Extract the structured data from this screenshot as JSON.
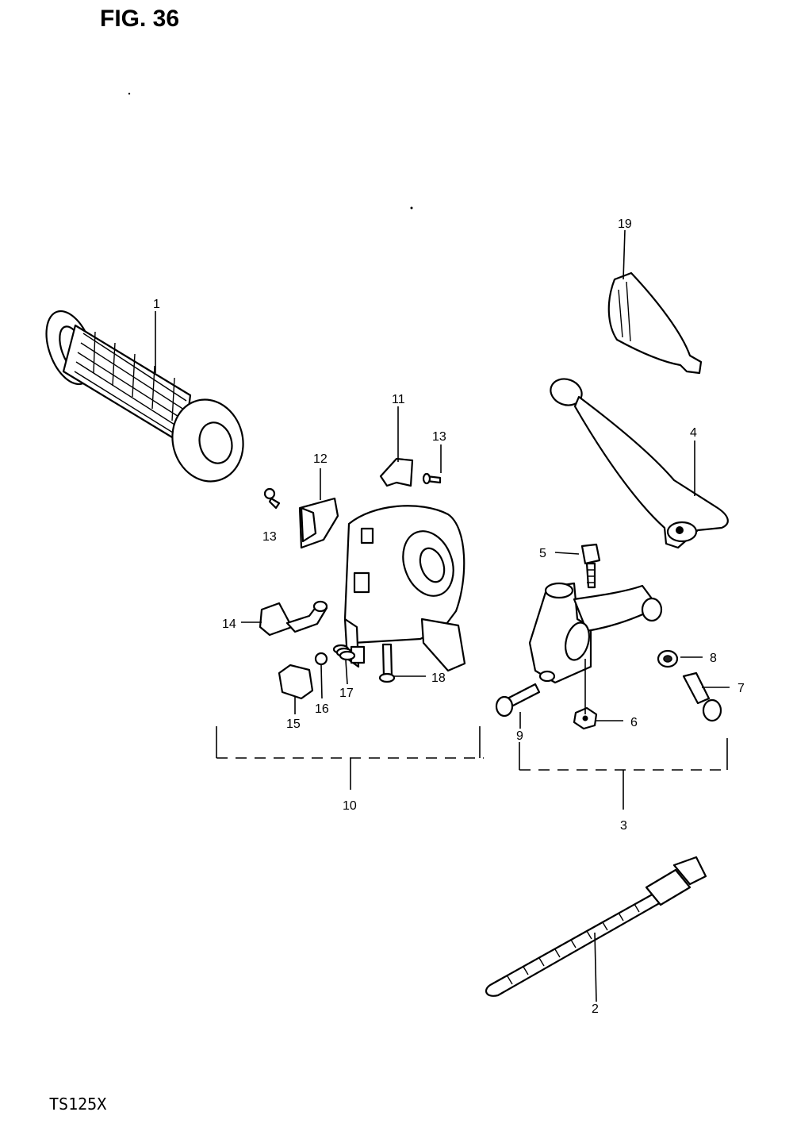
{
  "figure": {
    "title": "FIG. 36",
    "model": "TS125X"
  },
  "callouts": {
    "c1": "1",
    "c2": "2",
    "c3": "3",
    "c4": "4",
    "c5": "5",
    "c6": "6",
    "c7": "7",
    "c8": "8",
    "c9": "9",
    "c10": "10",
    "c11": "11",
    "c12": "12",
    "c13a": "13",
    "c13b": "13",
    "c14": "14",
    "c15": "15",
    "c16": "16",
    "c17": "17",
    "c18": "18",
    "c19": "19"
  }
}
